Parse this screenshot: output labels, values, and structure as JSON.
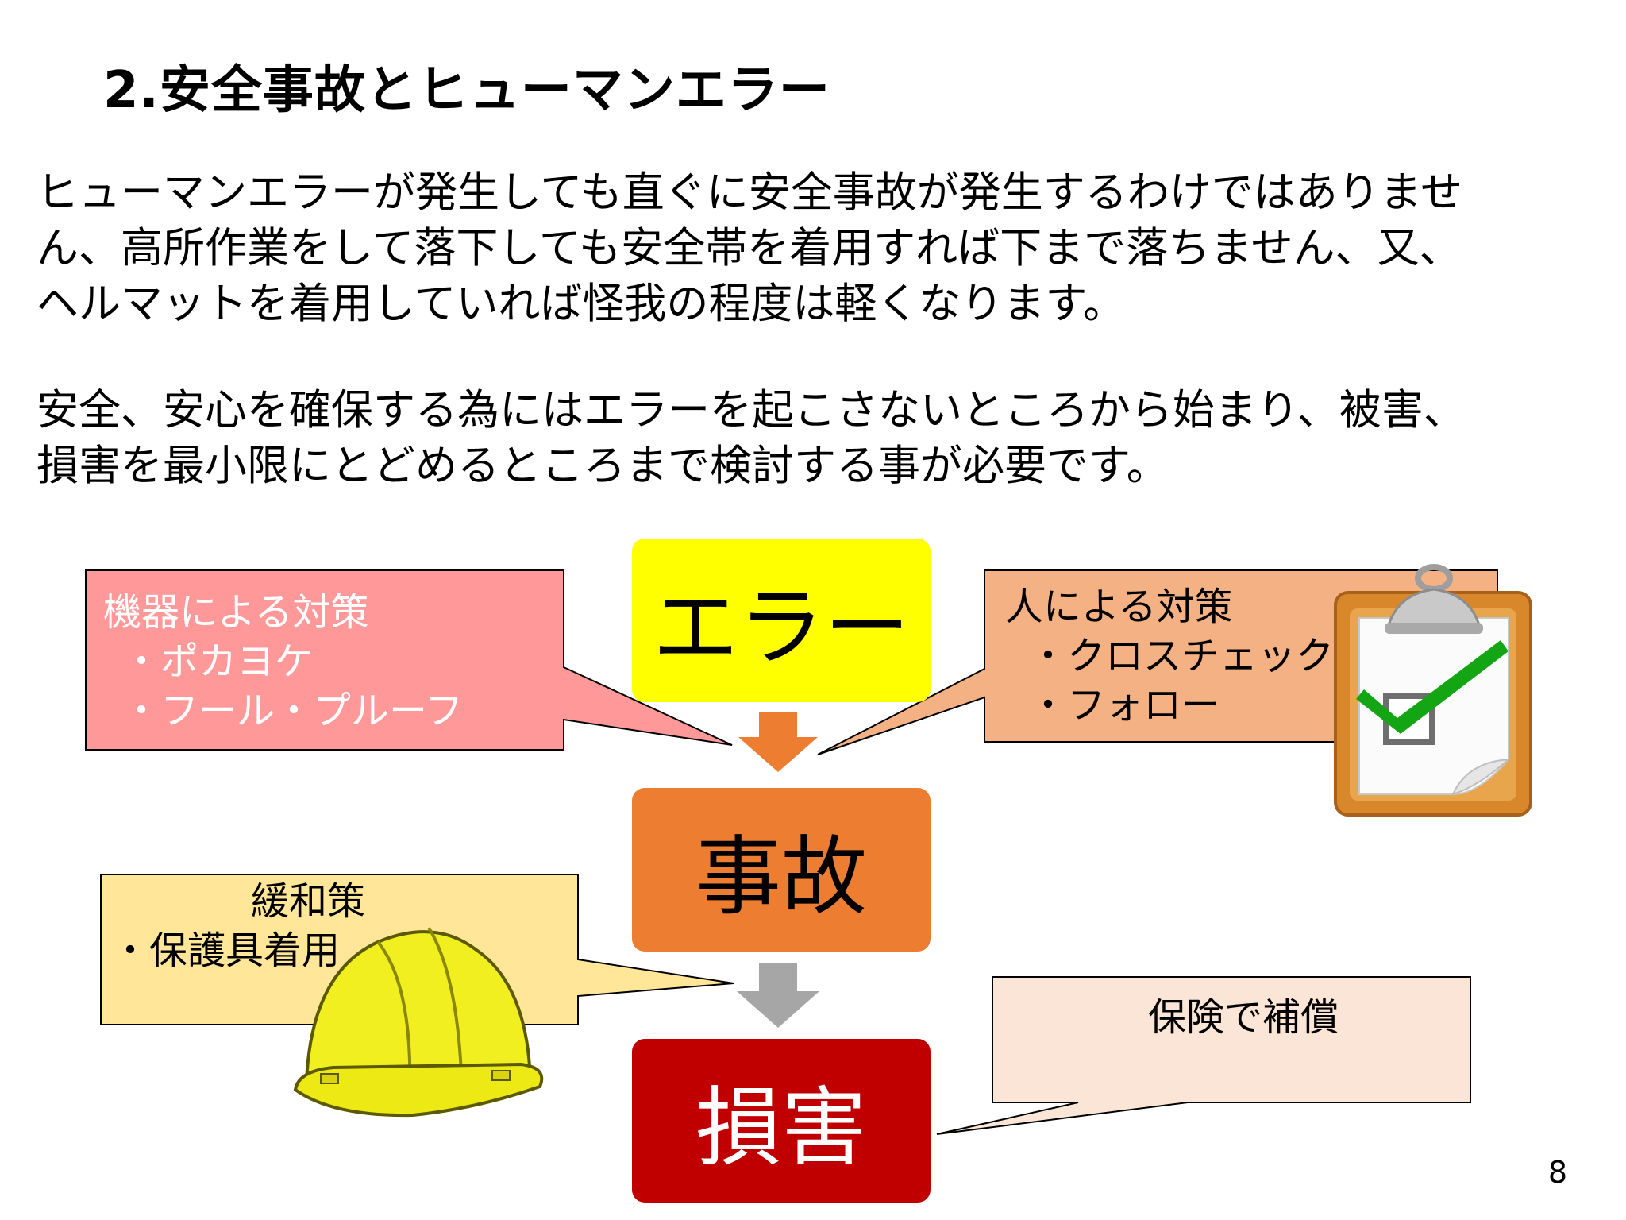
{
  "slide": {
    "title": "2.安全事故とヒューマンエラー",
    "paragraph1": {
      "line1": "ヒューマンエラーが発生しても直ぐに安全事故が発生するわけではありませ",
      "line2": "ん、高所作業をして落下しても安全帯を着用すれば下まで落ちません、又、",
      "line3": "ヘルマットを着用していれば怪我の程度は軽くなります。"
    },
    "paragraph2": {
      "line1": "安全、安心を確保する為にはエラーを起こさないところから始まり、被害、",
      "line2": "損害を最小限にとどめるところまで検討する事が必要です。"
    },
    "page_number": "8"
  },
  "flow": {
    "error": "エラー",
    "accident": "事故",
    "damage": "損害"
  },
  "callouts": {
    "device": {
      "heading": "機器による対策",
      "item1": "・ポカヨケ",
      "item2": "・フール・プルーフ"
    },
    "person": {
      "heading": "人による対策",
      "item1": "・クロスチェック",
      "item2": "・フォロー"
    },
    "mitigation": {
      "heading": "緩和策",
      "item1": "・保護具着用"
    },
    "insurance": {
      "text": "保険で補償"
    }
  },
  "colors": {
    "error_box": "#ffff00",
    "accident_box": "#ed7d31",
    "damage_box": "#c00000",
    "device_callout": "#ff9999",
    "person_callout": "#f4b183",
    "mitigation_callout": "#ffe699",
    "insurance_callout": "#fbe5d6",
    "arrow_orange": "#ed7d31",
    "arrow_gray": "#a6a6a6"
  },
  "icons": {
    "clipboard": "clipboard-check-icon",
    "helmet": "hard-hat-icon"
  }
}
